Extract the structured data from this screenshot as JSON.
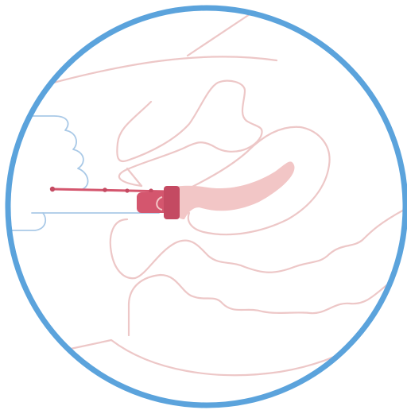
{
  "diagram": {
    "subject": "medical-illustration",
    "colors": {
      "frame_ring": "#5BA3DC",
      "anatomy_outline": "#EDC7C7",
      "anatomy_fill": "#F2C6C6",
      "instrument": "#D4566E",
      "instrument_dark": "#C44A62",
      "hand_outline": "#A9C9E7",
      "background": "#FFFFFF"
    },
    "icons": [
      "frame-circle",
      "anatomy-outline",
      "hand-outline",
      "instrument-icon"
    ]
  }
}
